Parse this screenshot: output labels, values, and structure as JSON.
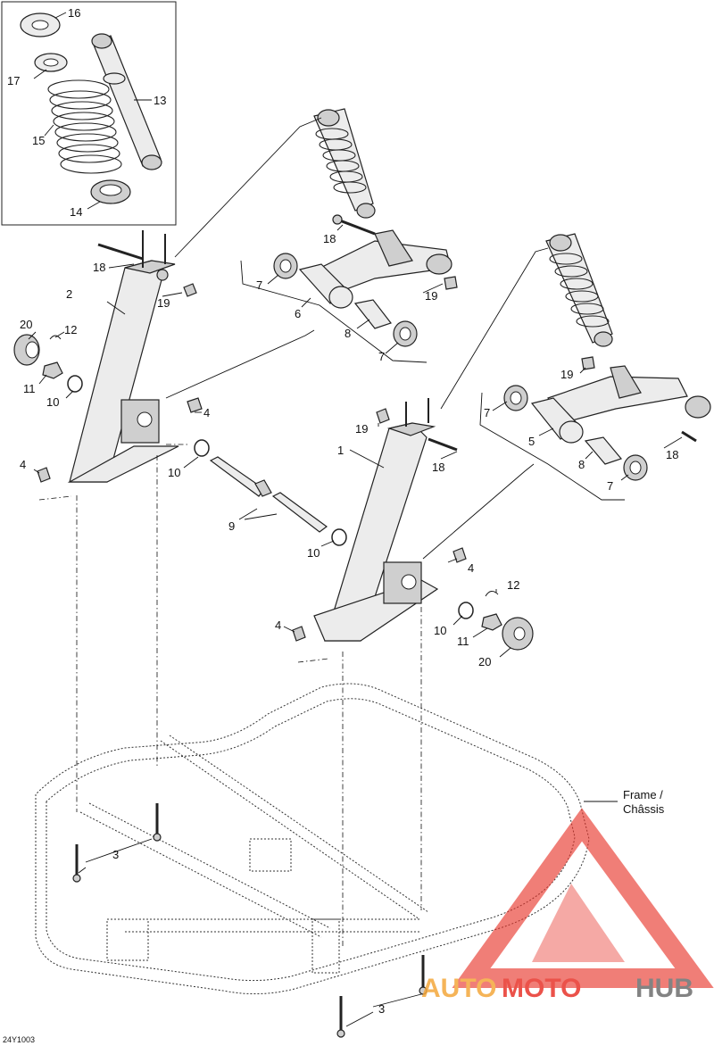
{
  "drawing_code": "24Y1003",
  "frame_label_line1": "Frame /",
  "frame_label_line2": "Châssis",
  "watermark": {
    "part1": "AUTO",
    "part2": "MOTO",
    "part3": "HUB",
    "color_orange": "#f4a73b",
    "color_red": "#e8352b",
    "color_gray": "#6e6e6e"
  },
  "callouts": {
    "c1": "1",
    "c2": "2",
    "c3a": "3",
    "c3b": "3",
    "c4a": "4",
    "c4b": "4",
    "c4c": "4",
    "c4d": "4",
    "c5": "5",
    "c6": "6",
    "c7a": "7",
    "c7b": "7",
    "c7c": "7",
    "c7d": "7",
    "c8a": "8",
    "c8b": "8",
    "c9": "9",
    "c10a": "10",
    "c10b": "10",
    "c10c": "10",
    "c10d": "10",
    "c11a": "11",
    "c11b": "11",
    "c12a": "12",
    "c12b": "12",
    "c13": "13",
    "c14": "14",
    "c15": "15",
    "c16": "16",
    "c17": "17",
    "c18a": "18",
    "c18b": "18",
    "c18c": "18",
    "c18d": "18",
    "c19a": "19",
    "c19b": "19",
    "c19c": "19",
    "c19d": "19",
    "c20a": "20",
    "c20b": "20"
  }
}
